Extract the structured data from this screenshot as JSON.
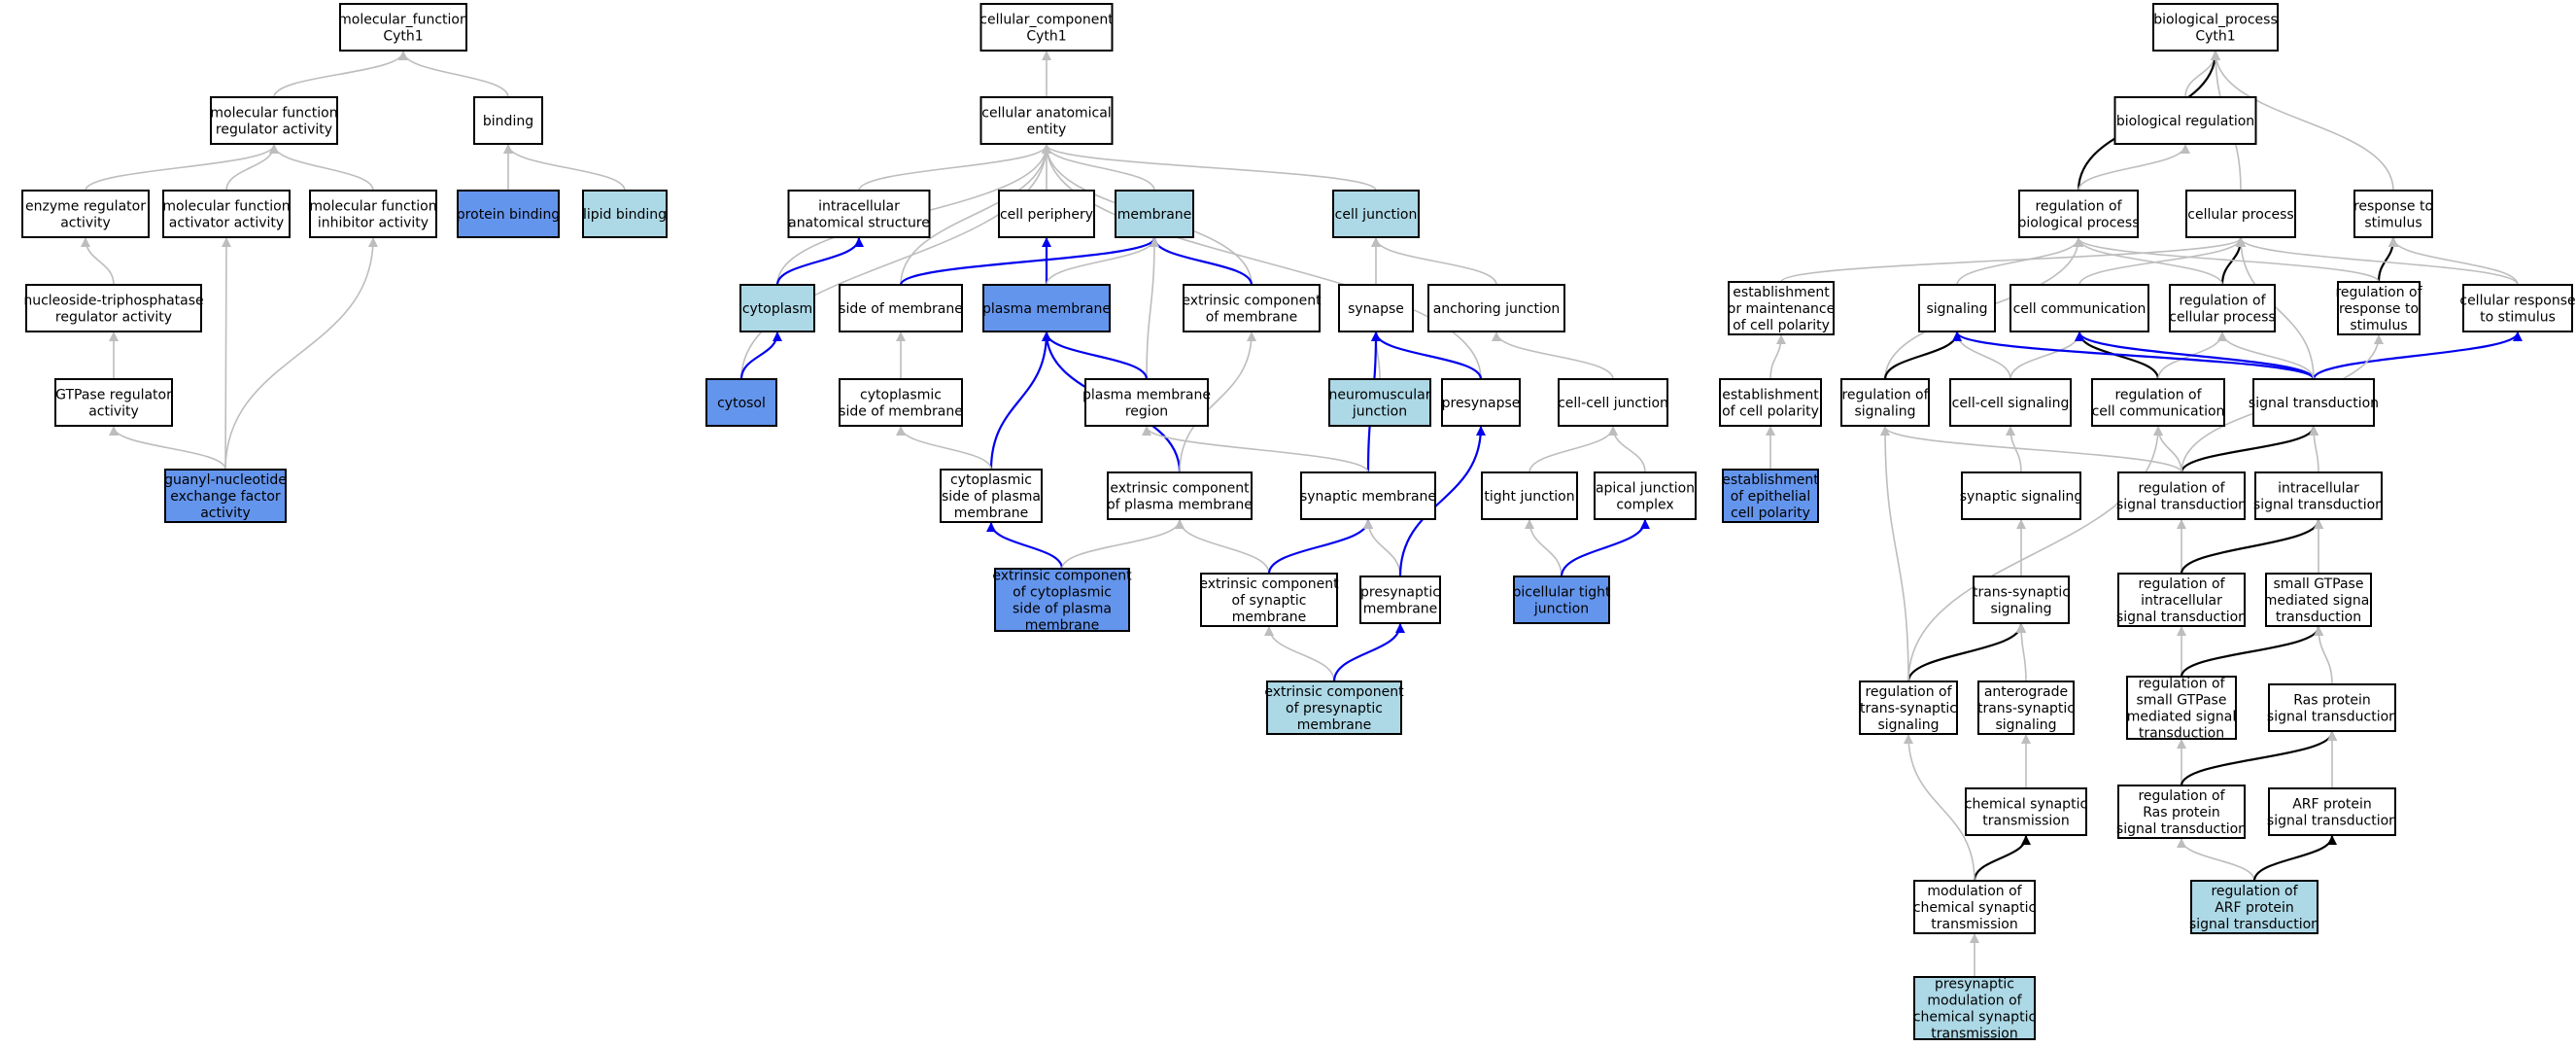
{
  "colors": {
    "plain": "#ffffff",
    "light": "#add8e6",
    "strong": "#6495ed",
    "edge_gray": "#bdbdbd",
    "edge_blue": "#0000ee",
    "edge_black": "#000000"
  },
  "nodes": [
    {
      "id": "mf_root",
      "lines": [
        "molecular_function",
        "Cyth1"
      ],
      "fill": "plain"
    },
    {
      "id": "mf_reg",
      "lines": [
        "molecular function",
        "regulator activity"
      ],
      "fill": "plain"
    },
    {
      "id": "binding",
      "lines": [
        "binding"
      ],
      "fill": "plain"
    },
    {
      "id": "enz_reg",
      "lines": [
        "enzyme regulator",
        "activity"
      ],
      "fill": "plain"
    },
    {
      "id": "mf_act",
      "lines": [
        "molecular function",
        "activator activity"
      ],
      "fill": "plain"
    },
    {
      "id": "mf_inh",
      "lines": [
        "molecular function",
        "inhibitor activity"
      ],
      "fill": "plain"
    },
    {
      "id": "prot_bind",
      "lines": [
        "protein binding"
      ],
      "fill": "strong"
    },
    {
      "id": "lipid_bind",
      "lines": [
        "lipid binding"
      ],
      "fill": "light"
    },
    {
      "id": "ntp_reg",
      "lines": [
        "nucleoside-triphosphatase",
        "regulator activity"
      ],
      "fill": "plain"
    },
    {
      "id": "gtpase_reg",
      "lines": [
        "GTPase regulator",
        "activity"
      ],
      "fill": "plain"
    },
    {
      "id": "gnef",
      "lines": [
        "guanyl-nucleotide",
        "exchange factor",
        "activity"
      ],
      "fill": "strong"
    },
    {
      "id": "cc_root",
      "lines": [
        "cellular_component",
        "Cyth1"
      ],
      "fill": "plain"
    },
    {
      "id": "cae",
      "lines": [
        "cellular anatomical",
        "entity"
      ],
      "fill": "plain"
    },
    {
      "id": "ias",
      "lines": [
        "intracellular",
        "anatomical structure"
      ],
      "fill": "plain"
    },
    {
      "id": "periphery",
      "lines": [
        "cell periphery"
      ],
      "fill": "plain"
    },
    {
      "id": "membrane",
      "lines": [
        "membrane"
      ],
      "fill": "light"
    },
    {
      "id": "cell_junction",
      "lines": [
        "cell junction"
      ],
      "fill": "light"
    },
    {
      "id": "cytoplasm",
      "lines": [
        "cytoplasm"
      ],
      "fill": "light"
    },
    {
      "id": "side_mem",
      "lines": [
        "side of membrane"
      ],
      "fill": "plain"
    },
    {
      "id": "plasma_mem",
      "lines": [
        "plasma membrane"
      ],
      "fill": "strong"
    },
    {
      "id": "ext_comp_mem",
      "lines": [
        "extrinsic component",
        "of membrane"
      ],
      "fill": "plain"
    },
    {
      "id": "synapse",
      "lines": [
        "synapse"
      ],
      "fill": "plain"
    },
    {
      "id": "anch_junc",
      "lines": [
        "anchoring junction"
      ],
      "fill": "plain"
    },
    {
      "id": "cytosol",
      "lines": [
        "cytosol"
      ],
      "fill": "strong"
    },
    {
      "id": "cyto_side",
      "lines": [
        "cytoplasmic",
        "side of membrane"
      ],
      "fill": "plain"
    },
    {
      "id": "pm_region",
      "lines": [
        "plasma membrane",
        "region"
      ],
      "fill": "plain"
    },
    {
      "id": "nmj",
      "lines": [
        "neuromuscular",
        "junction"
      ],
      "fill": "light"
    },
    {
      "id": "presynapse",
      "lines": [
        "presynapse"
      ],
      "fill": "plain"
    },
    {
      "id": "cc_junc",
      "lines": [
        "cell-cell junction"
      ],
      "fill": "plain"
    },
    {
      "id": "cyto_side_pm",
      "lines": [
        "cytoplasmic",
        "side of plasma",
        "membrane"
      ],
      "fill": "plain"
    },
    {
      "id": "ext_comp_pm",
      "lines": [
        "extrinsic component",
        "of plasma membrane"
      ],
      "fill": "plain"
    },
    {
      "id": "syn_mem",
      "lines": [
        "synaptic membrane"
      ],
      "fill": "plain"
    },
    {
      "id": "tight_junc",
      "lines": [
        "tight junction"
      ],
      "fill": "plain"
    },
    {
      "id": "apical_junc",
      "lines": [
        "apical junction",
        "complex"
      ],
      "fill": "plain"
    },
    {
      "id": "ext_cyto_pm",
      "lines": [
        "extrinsic component",
        "of cytoplasmic",
        "side of plasma",
        "membrane"
      ],
      "fill": "strong"
    },
    {
      "id": "ext_syn_mem",
      "lines": [
        "extrinsic component",
        "of synaptic",
        "membrane"
      ],
      "fill": "plain"
    },
    {
      "id": "presyn_mem",
      "lines": [
        "presynaptic",
        "membrane"
      ],
      "fill": "plain"
    },
    {
      "id": "bicell_tj",
      "lines": [
        "bicellular tight",
        "junction"
      ],
      "fill": "strong"
    },
    {
      "id": "ext_presyn_mem",
      "lines": [
        "extrinsic component",
        "of presynaptic",
        "membrane"
      ],
      "fill": "light"
    },
    {
      "id": "bp_root",
      "lines": [
        "biological_process",
        "Cyth1"
      ],
      "fill": "plain"
    },
    {
      "id": "bio_reg",
      "lines": [
        "biological regulation"
      ],
      "fill": "plain"
    },
    {
      "id": "reg_bp",
      "lines": [
        "regulation of",
        "biological process"
      ],
      "fill": "plain"
    },
    {
      "id": "cell_proc",
      "lines": [
        "cellular process"
      ],
      "fill": "plain"
    },
    {
      "id": "resp_stim",
      "lines": [
        "response to",
        "stimulus"
      ],
      "fill": "plain"
    },
    {
      "id": "est_maint_pol",
      "lines": [
        "establishment",
        "or maintenance",
        "of cell polarity"
      ],
      "fill": "plain"
    },
    {
      "id": "signaling",
      "lines": [
        "signaling"
      ],
      "fill": "plain"
    },
    {
      "id": "cell_comm",
      "lines": [
        "cell communication"
      ],
      "fill": "plain"
    },
    {
      "id": "reg_cell_proc",
      "lines": [
        "regulation of",
        "cellular process"
      ],
      "fill": "plain"
    },
    {
      "id": "reg_resp_stim",
      "lines": [
        "regulation of",
        "response to",
        "stimulus"
      ],
      "fill": "plain"
    },
    {
      "id": "cell_resp_stim",
      "lines": [
        "cellular response",
        "to stimulus"
      ],
      "fill": "plain"
    },
    {
      "id": "est_pol",
      "lines": [
        "establishment",
        "of cell polarity"
      ],
      "fill": "plain"
    },
    {
      "id": "reg_signaling",
      "lines": [
        "regulation of",
        "signaling"
      ],
      "fill": "plain"
    },
    {
      "id": "cc_signaling",
      "lines": [
        "cell-cell signaling"
      ],
      "fill": "plain"
    },
    {
      "id": "reg_cell_comm",
      "lines": [
        "regulation of",
        "cell communication"
      ],
      "fill": "plain"
    },
    {
      "id": "sig_trans",
      "lines": [
        "signal transduction"
      ],
      "fill": "plain"
    },
    {
      "id": "est_epi_pol",
      "lines": [
        "establishment",
        "of epithelial",
        "cell polarity"
      ],
      "fill": "strong"
    },
    {
      "id": "syn_signaling",
      "lines": [
        "synaptic signaling"
      ],
      "fill": "plain"
    },
    {
      "id": "reg_sig_trans",
      "lines": [
        "regulation of",
        "signal transduction"
      ],
      "fill": "plain"
    },
    {
      "id": "intra_sig",
      "lines": [
        "intracellular",
        "signal transduction"
      ],
      "fill": "plain"
    },
    {
      "id": "trans_syn",
      "lines": [
        "trans-synaptic",
        "signaling"
      ],
      "fill": "plain"
    },
    {
      "id": "reg_intra_sig",
      "lines": [
        "regulation of",
        "intracellular",
        "signal transduction"
      ],
      "fill": "plain"
    },
    {
      "id": "small_gtpase",
      "lines": [
        "small GTPase",
        "mediated signal",
        "transduction"
      ],
      "fill": "plain"
    },
    {
      "id": "reg_trans_syn",
      "lines": [
        "regulation of",
        "trans-synaptic",
        "signaling"
      ],
      "fill": "plain"
    },
    {
      "id": "antero",
      "lines": [
        "anterograde",
        "trans-synaptic",
        "signaling"
      ],
      "fill": "plain"
    },
    {
      "id": "reg_small_gtpase",
      "lines": [
        "regulation of",
        "small GTPase",
        "mediated signal",
        "transduction"
      ],
      "fill": "plain"
    },
    {
      "id": "ras_sig",
      "lines": [
        "Ras protein",
        "signal transduction"
      ],
      "fill": "plain"
    },
    {
      "id": "chem_syn",
      "lines": [
        "chemical synaptic",
        "transmission"
      ],
      "fill": "plain"
    },
    {
      "id": "reg_ras",
      "lines": [
        "regulation of",
        "Ras protein",
        "signal transduction"
      ],
      "fill": "plain"
    },
    {
      "id": "arf_sig",
      "lines": [
        "ARF protein",
        "signal transduction"
      ],
      "fill": "plain"
    },
    {
      "id": "mod_chem_syn",
      "lines": [
        "modulation of",
        "chemical synaptic",
        "transmission"
      ],
      "fill": "plain"
    },
    {
      "id": "reg_arf",
      "lines": [
        "regulation of",
        "ARF protein",
        "signal transduction"
      ],
      "fill": "light"
    },
    {
      "id": "presyn_mod",
      "lines": [
        "presynaptic",
        "modulation of",
        "chemical synaptic",
        "transmission"
      ],
      "fill": "light"
    }
  ],
  "edges": [
    {
      "from": "mf_reg",
      "to": "mf_root",
      "color": "gray"
    },
    {
      "from": "binding",
      "to": "mf_root",
      "color": "gray"
    },
    {
      "from": "enz_reg",
      "to": "mf_reg",
      "color": "gray"
    },
    {
      "from": "mf_act",
      "to": "mf_reg",
      "color": "gray"
    },
    {
      "from": "mf_inh",
      "to": "mf_reg",
      "color": "gray"
    },
    {
      "from": "prot_bind",
      "to": "binding",
      "color": "gray"
    },
    {
      "from": "lipid_bind",
      "to": "binding",
      "color": "gray"
    },
    {
      "from": "ntp_reg",
      "to": "enz_reg",
      "color": "gray"
    },
    {
      "from": "gtpase_reg",
      "to": "ntp_reg",
      "color": "gray"
    },
    {
      "from": "gnef",
      "to": "gtpase_reg",
      "color": "gray"
    },
    {
      "from": "gnef",
      "to": "mf_act",
      "color": "gray"
    },
    {
      "from": "gnef",
      "to": "mf_inh",
      "color": "gray"
    },
    {
      "from": "cae",
      "to": "cc_root",
      "color": "gray"
    },
    {
      "from": "ias",
      "to": "cae",
      "color": "gray"
    },
    {
      "from": "periphery",
      "to": "cae",
      "color": "gray"
    },
    {
      "from": "membrane",
      "to": "cae",
      "color": "gray"
    },
    {
      "from": "cell_junction",
      "to": "cae",
      "color": "gray"
    },
    {
      "from": "cytoplasm",
      "to": "cae",
      "color": "gray"
    },
    {
      "from": "side_mem",
      "to": "cae",
      "color": "gray"
    },
    {
      "from": "ext_comp_mem",
      "to": "cae",
      "color": "gray"
    },
    {
      "from": "cytosol",
      "to": "cae",
      "color": "gray"
    },
    {
      "from": "presynapse",
      "to": "cae",
      "color": "gray"
    },
    {
      "from": "cytoplasm",
      "to": "ias",
      "color": "blue"
    },
    {
      "from": "cytosol",
      "to": "cytoplasm",
      "color": "blue"
    },
    {
      "from": "plasma_mem",
      "to": "periphery",
      "color": "blue"
    },
    {
      "from": "plasma_mem",
      "to": "membrane",
      "color": "gray"
    },
    {
      "from": "side_mem",
      "to": "membrane",
      "color": "blue"
    },
    {
      "from": "ext_comp_mem",
      "to": "membrane",
      "color": "blue"
    },
    {
      "from": "pm_region",
      "to": "membrane",
      "color": "gray"
    },
    {
      "from": "synapse",
      "to": "cell_junction",
      "color": "gray"
    },
    {
      "from": "anch_junc",
      "to": "cell_junction",
      "color": "gray"
    },
    {
      "from": "cyto_side",
      "to": "side_mem",
      "color": "gray"
    },
    {
      "from": "pm_region",
      "to": "plasma_mem",
      "color": "blue"
    },
    {
      "from": "cyto_side_pm",
      "to": "plasma_mem",
      "color": "blue"
    },
    {
      "from": "ext_comp_pm",
      "to": "plasma_mem",
      "color": "blue"
    },
    {
      "from": "cyto_side_pm",
      "to": "cyto_side",
      "color": "gray"
    },
    {
      "from": "ext_comp_pm",
      "to": "ext_comp_mem",
      "color": "gray"
    },
    {
      "from": "nmj",
      "to": "synapse",
      "color": "gray"
    },
    {
      "from": "presynapse",
      "to": "synapse",
      "color": "blue"
    },
    {
      "from": "syn_mem",
      "to": "synapse",
      "color": "blue"
    },
    {
      "from": "cc_junc",
      "to": "anch_junc",
      "color": "gray"
    },
    {
      "from": "syn_mem",
      "to": "pm_region",
      "color": "gray"
    },
    {
      "from": "tight_junc",
      "to": "cc_junc",
      "color": "gray"
    },
    {
      "from": "apical_junc",
      "to": "cc_junc",
      "color": "gray"
    },
    {
      "from": "ext_cyto_pm",
      "to": "cyto_side_pm",
      "color": "blue"
    },
    {
      "from": "ext_cyto_pm",
      "to": "ext_comp_pm",
      "color": "gray"
    },
    {
      "from": "ext_syn_mem",
      "to": "ext_comp_pm",
      "color": "gray"
    },
    {
      "from": "ext_syn_mem",
      "to": "syn_mem",
      "color": "blue"
    },
    {
      "from": "presyn_mem",
      "to": "syn_mem",
      "color": "gray"
    },
    {
      "from": "presyn_mem",
      "to": "presynapse",
      "color": "blue"
    },
    {
      "from": "bicell_tj",
      "to": "tight_junc",
      "color": "gray"
    },
    {
      "from": "bicell_tj",
      "to": "apical_junc",
      "color": "blue"
    },
    {
      "from": "ext_presyn_mem",
      "to": "ext_syn_mem",
      "color": "gray"
    },
    {
      "from": "ext_presyn_mem",
      "to": "presyn_mem",
      "color": "blue"
    },
    {
      "from": "bio_reg",
      "to": "bp_root",
      "color": "gray"
    },
    {
      "from": "reg_bp",
      "to": "bp_root",
      "color": "black"
    },
    {
      "from": "cell_proc",
      "to": "bp_root",
      "color": "gray"
    },
    {
      "from": "resp_stim",
      "to": "bp_root",
      "color": "gray"
    },
    {
      "from": "reg_bp",
      "to": "bio_reg",
      "color": "gray"
    },
    {
      "from": "est_maint_pol",
      "to": "cell_proc",
      "color": "gray"
    },
    {
      "from": "signaling",
      "to": "reg_bp",
      "color": "gray"
    },
    {
      "from": "reg_signaling",
      "to": "reg_bp",
      "color": "gray"
    },
    {
      "from": "cell_comm",
      "to": "cell_proc",
      "color": "gray"
    },
    {
      "from": "reg_cell_proc",
      "to": "cell_proc",
      "color": "black"
    },
    {
      "from": "reg_cell_proc",
      "to": "reg_bp",
      "color": "gray"
    },
    {
      "from": "reg_resp_stim",
      "to": "resp_stim",
      "color": "black"
    },
    {
      "from": "reg_resp_stim",
      "to": "reg_bp",
      "color": "gray"
    },
    {
      "from": "cell_resp_stim",
      "to": "resp_stim",
      "color": "gray"
    },
    {
      "from": "cell_resp_stim",
      "to": "cell_proc",
      "color": "gray"
    },
    {
      "from": "sig_trans",
      "to": "cell_proc",
      "color": "gray"
    },
    {
      "from": "est_pol",
      "to": "est_maint_pol",
      "color": "gray"
    },
    {
      "from": "reg_signaling",
      "to": "signaling",
      "color": "black"
    },
    {
      "from": "cc_signaling",
      "to": "signaling",
      "color": "gray"
    },
    {
      "from": "cc_signaling",
      "to": "cell_comm",
      "color": "gray"
    },
    {
      "from": "reg_cell_comm",
      "to": "cell_comm",
      "color": "black"
    },
    {
      "from": "reg_cell_comm",
      "to": "reg_cell_proc",
      "color": "gray"
    },
    {
      "from": "sig_trans",
      "to": "signaling",
      "color": "blue"
    },
    {
      "from": "sig_trans",
      "to": "cell_comm",
      "color": "blue"
    },
    {
      "from": "sig_trans",
      "to": "cell_resp_stim",
      "color": "blue"
    },
    {
      "from": "sig_trans",
      "to": "reg_cell_proc",
      "color": "gray"
    },
    {
      "from": "est_epi_pol",
      "to": "est_pol",
      "color": "gray"
    },
    {
      "from": "syn_signaling",
      "to": "cc_signaling",
      "color": "gray"
    },
    {
      "from": "reg_sig_trans",
      "to": "sig_trans",
      "color": "black"
    },
    {
      "from": "reg_sig_trans",
      "to": "reg_signaling",
      "color": "gray"
    },
    {
      "from": "reg_sig_trans",
      "to": "reg_cell_comm",
      "color": "gray"
    },
    {
      "from": "reg_sig_trans",
      "to": "reg_resp_stim",
      "color": "gray"
    },
    {
      "from": "intra_sig",
      "to": "sig_trans",
      "color": "gray"
    },
    {
      "from": "trans_syn",
      "to": "syn_signaling",
      "color": "gray"
    },
    {
      "from": "reg_intra_sig",
      "to": "reg_sig_trans",
      "color": "gray"
    },
    {
      "from": "reg_intra_sig",
      "to": "intra_sig",
      "color": "black"
    },
    {
      "from": "small_gtpase",
      "to": "intra_sig",
      "color": "gray"
    },
    {
      "from": "reg_trans_syn",
      "to": "trans_syn",
      "color": "black"
    },
    {
      "from": "reg_trans_syn",
      "to": "reg_signaling",
      "color": "gray"
    },
    {
      "from": "reg_trans_syn",
      "to": "reg_cell_comm",
      "color": "gray"
    },
    {
      "from": "antero",
      "to": "trans_syn",
      "color": "gray"
    },
    {
      "from": "reg_small_gtpase",
      "to": "reg_intra_sig",
      "color": "gray"
    },
    {
      "from": "reg_small_gtpase",
      "to": "small_gtpase",
      "color": "black"
    },
    {
      "from": "ras_sig",
      "to": "small_gtpase",
      "color": "gray"
    },
    {
      "from": "chem_syn",
      "to": "antero",
      "color": "gray"
    },
    {
      "from": "reg_ras",
      "to": "reg_small_gtpase",
      "color": "gray"
    },
    {
      "from": "reg_ras",
      "to": "ras_sig",
      "color": "black"
    },
    {
      "from": "arf_sig",
      "to": "ras_sig",
      "color": "gray"
    },
    {
      "from": "mod_chem_syn",
      "to": "chem_syn",
      "color": "black"
    },
    {
      "from": "mod_chem_syn",
      "to": "reg_trans_syn",
      "color": "gray"
    },
    {
      "from": "reg_arf",
      "to": "reg_ras",
      "color": "gray"
    },
    {
      "from": "reg_arf",
      "to": "arf_sig",
      "color": "black"
    },
    {
      "from": "presyn_mod",
      "to": "mod_chem_syn",
      "color": "gray"
    }
  ]
}
